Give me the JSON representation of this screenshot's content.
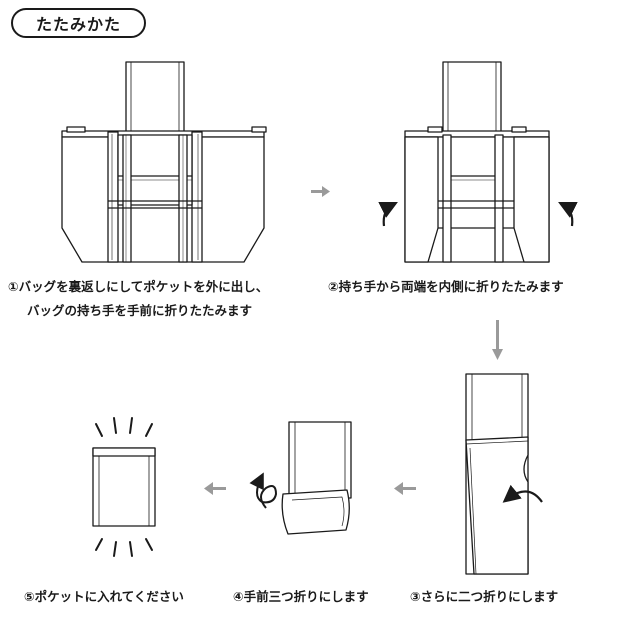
{
  "title": "たたみかた",
  "steps": [
    {
      "caption_line1": "①バッグを裏返しにしてポケットを外に出し、",
      "caption_line2": "バッグの持ち手を手前に折りたたみます"
    },
    {
      "caption_line1": "②持ち手から両端を内側に折りたたみます"
    },
    {
      "caption_line1": "③さらに二つ折りにします"
    },
    {
      "caption_line1": "④手前三つ折りにします"
    },
    {
      "caption_line1": "⑤ポケットに入れてください"
    }
  ],
  "colors": {
    "line": "#1a1a1a",
    "flow_arrow": "#9a9a9a",
    "fill": "#ffffff"
  },
  "icons": [
    "right-arrow-icon",
    "down-arrow-icon",
    "left-arrow-icon",
    "curved-arrow-icon",
    "spiral-arrow-icon",
    "burst-lines-icon"
  ]
}
